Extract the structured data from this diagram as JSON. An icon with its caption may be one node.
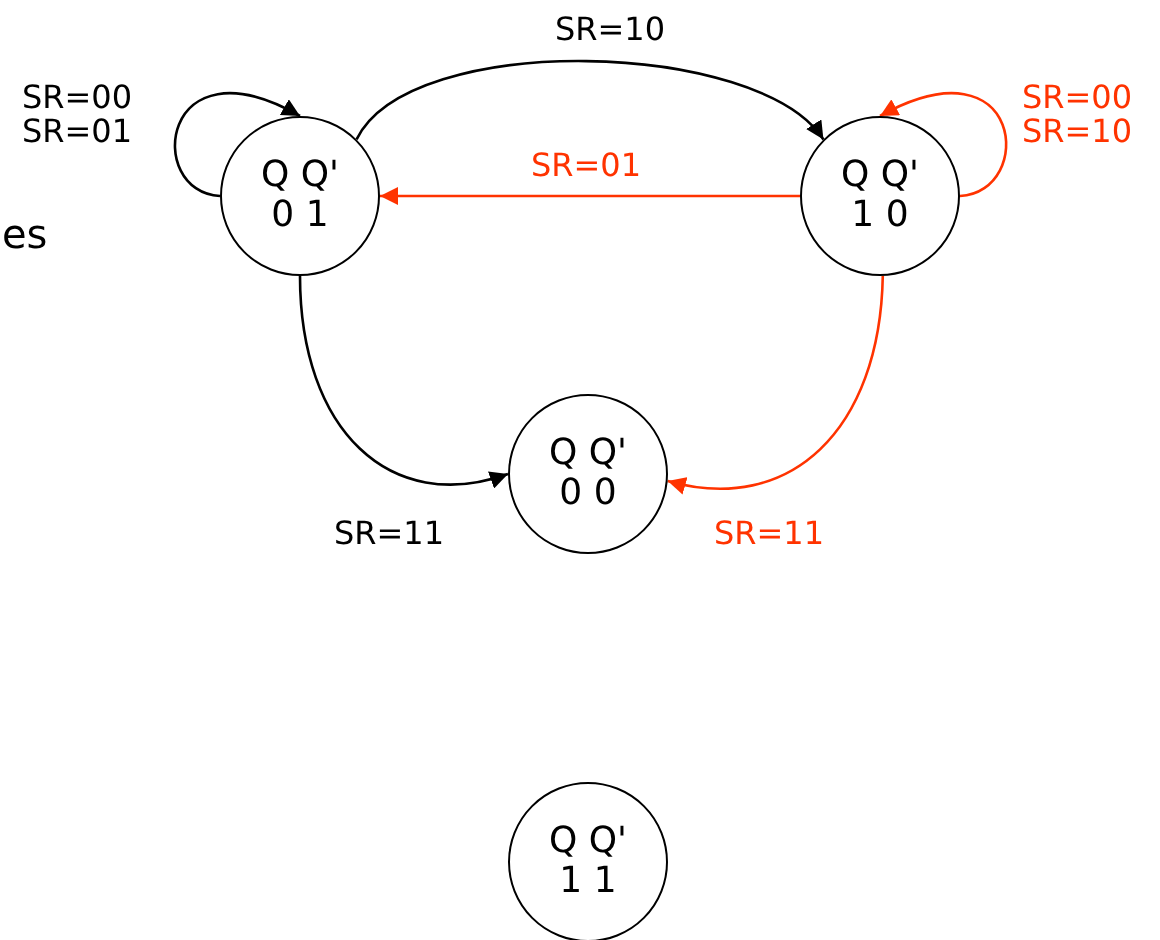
{
  "diagram": {
    "nodes": [
      {
        "text": [
          "Q Q'",
          "0 1"
        ]
      },
      {
        "text": [
          "Q Q'",
          "1 0"
        ]
      },
      {
        "text": [
          "Q Q'",
          "0 0"
        ]
      },
      {
        "text": [
          "Q Q'",
          "1 1"
        ]
      }
    ],
    "edges": [
      {
        "from": 0,
        "to": 0,
        "arrow": "to",
        "label": "SR=00 SR=01"
      },
      {
        "from": 0,
        "to": 1,
        "arrow": "to",
        "label": "SR=10"
      },
      {
        "from": 1,
        "to": 0,
        "arrow": "to",
        "label": "SR=01",
        "color": "#ff3300"
      },
      {
        "from": 1,
        "to": 1,
        "arrow": "to",
        "label": "SR=00 SR=10",
        "color": "#ff3300"
      },
      {
        "from": 0,
        "to": 2,
        "arrow": "to",
        "label": "SR=11"
      },
      {
        "from": 1,
        "to": 2,
        "arrow": "to",
        "label": "SR=11",
        "color": "#ff3300"
      }
    ],
    "labels": [
      "es"
    ]
  }
}
